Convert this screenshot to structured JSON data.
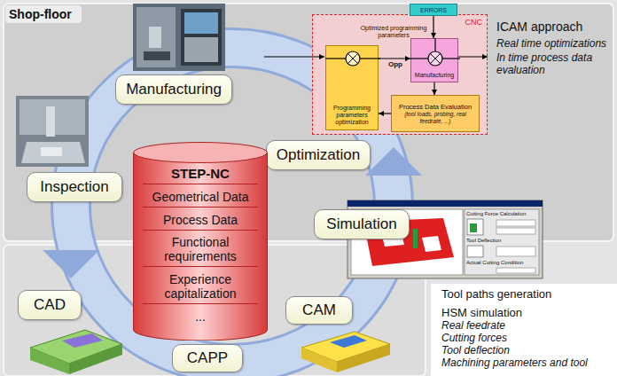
{
  "diagram": {
    "nodes": [
      {
        "text": [
          "Manufacturing"
        ]
      },
      {
        "text": [
          "ERRORS"
        ]
      },
      {
        "text": [
          "CNC"
        ]
      },
      {
        "text": [
          "Programming parameters optimization"
        ],
        "in": 2
      },
      {
        "text": [
          "Manufacturing"
        ],
        "in": 2
      },
      {
        "text": [
          "Process Data Evaluation",
          "(tool loads, probing, real feedrate, ...)"
        ],
        "in": 2
      },
      {
        "text": [
          "Optimization"
        ]
      },
      {
        "text": [
          "Inspection"
        ]
      },
      {
        "text": [
          "STEP-NC",
          "Geometrical Data",
          "Process Data",
          "Functional requirements",
          "Experience capitalization",
          "..."
        ]
      },
      {
        "text": [
          "Simulation"
        ]
      },
      {
        "text": [
          "CAD"
        ]
      },
      {
        "text": [
          "CAPP"
        ]
      },
      {
        "text": [
          "CAM"
        ]
      },
      {
        "text": [
          "Tool paths generation",
          "HSM simulation",
          "Real feedrate",
          "Cutting forces",
          "Tool deflection",
          "Machining parameters and tool"
        ]
      }
    ],
    "edges": [
      {
        "from": 1,
        "to": 4,
        "arrow": "to"
      },
      {
        "from": 3,
        "to": 4,
        "label": "Optimized programming parameters",
        "arrow": "to"
      },
      {
        "from": 4,
        "to": 5,
        "arrow": "to"
      },
      {
        "from": 5,
        "to": 3,
        "arrow": "to"
      }
    ],
    "labels": [
      "Shop-floor",
      "Opp",
      "ICAM approach",
      "Real time optimizations",
      "In time process data evaluation",
      "Cutting Force Calculation",
      "Tool Deflection",
      "Actual Cutting Condition"
    ]
  }
}
